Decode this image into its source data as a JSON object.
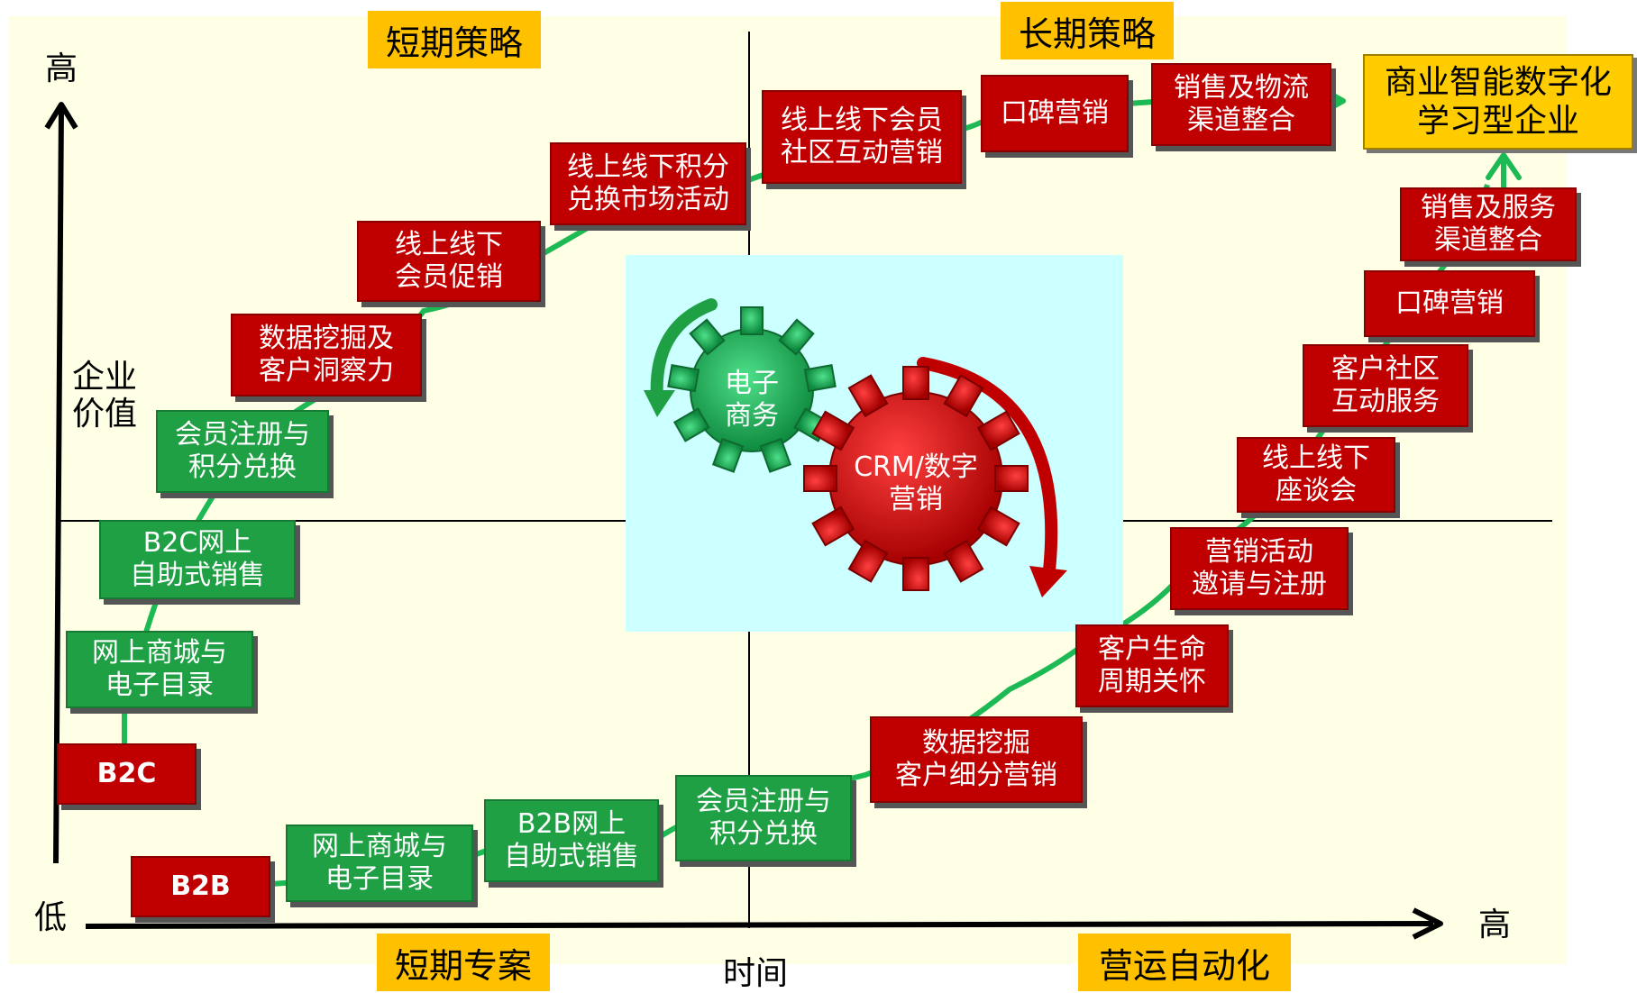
{
  "quadrant_tags": {
    "short_term_strategy": "短期策略",
    "long_term_strategy": "长期策略",
    "short_term_project": "短期专案",
    "operation_automation": "营运自动化"
  },
  "axes": {
    "y_high": "高",
    "y_label_line1": "企业",
    "y_label_line2": "价值",
    "origin_low": "低",
    "x_high": "高",
    "x_label": "时间"
  },
  "center": {
    "green_gear_line1": "电子",
    "green_gear_line2": "商务",
    "red_gear_line1": "CRM/数字",
    "red_gear_line2": "营销"
  },
  "b2c_path": [
    {
      "line1": "B2C",
      "line2": "",
      "color": "red"
    },
    {
      "line1": "网上商城与",
      "line2": "电子目录",
      "color": "green"
    },
    {
      "line1": "B2C网上",
      "line2": "自助式销售",
      "color": "green"
    },
    {
      "line1": "会员注册与",
      "line2": "积分兑换",
      "color": "green"
    },
    {
      "line1": "数据挖掘及",
      "line2": "客户洞察力",
      "color": "red"
    },
    {
      "line1": "线上线下",
      "line2": "会员促销",
      "color": "red"
    },
    {
      "line1": "线上线下积分",
      "line2": "兑换市场活动",
      "color": "red"
    },
    {
      "line1": "线上线下会员",
      "line2": "社区互动营销",
      "color": "red"
    },
    {
      "line1": "口碑营销",
      "line2": "",
      "color": "red"
    },
    {
      "line1": "销售及物流",
      "line2": "渠道整合",
      "color": "red"
    }
  ],
  "b2b_path": [
    {
      "line1": "B2B",
      "line2": "",
      "color": "red"
    },
    {
      "line1": "网上商城与",
      "line2": "电子目录",
      "color": "green"
    },
    {
      "line1": "B2B网上",
      "line2": "自助式销售",
      "color": "green"
    },
    {
      "line1": "会员注册与",
      "line2": "积分兑换",
      "color": "green"
    },
    {
      "line1": "数据挖掘",
      "line2": "客户细分营销",
      "color": "red"
    },
    {
      "line1": "客户生命",
      "line2": "周期关怀",
      "color": "red"
    },
    {
      "line1": "营销活动",
      "line2": "邀请与注册",
      "color": "red"
    },
    {
      "line1": "线上线下",
      "line2": "座谈会",
      "color": "red"
    },
    {
      "line1": "客户社区",
      "line2": "互动服务",
      "color": "red"
    },
    {
      "line1": "口碑营销",
      "line2": "",
      "color": "red"
    },
    {
      "line1": "销售及服务",
      "line2": "渠道整合",
      "color": "red"
    }
  ],
  "goal": {
    "line1": "商业智能数字化",
    "line2": "学习型企业"
  },
  "colors": {
    "red_box": "#c00000",
    "green_box": "#20a045",
    "curve": "#1db954",
    "tag": "#ffc000",
    "goal": "#ffcc00",
    "center_panel": "#ccffff",
    "background": "#ffffe6"
  }
}
